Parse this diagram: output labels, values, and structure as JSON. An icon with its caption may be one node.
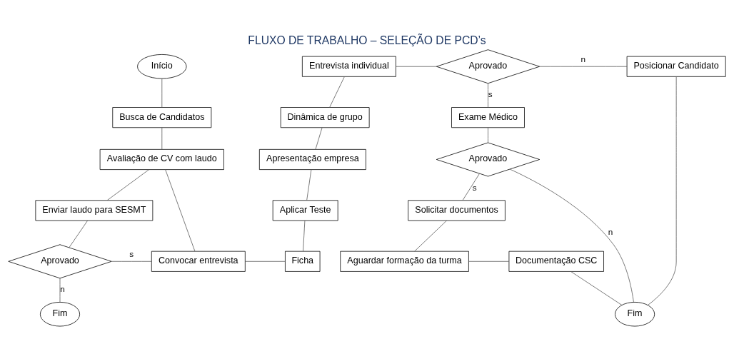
{
  "diagram": {
    "title": "FLUXO DE TRABALHO – SELEÇÃO DE PCD’s",
    "nodes": [
      {
        "text": [
          "Início"
        ]
      },
      {
        "text": [
          "Busca de Candidatos"
        ]
      },
      {
        "text": [
          "Avaliação de CV com laudo"
        ]
      },
      {
        "text": [
          "Enviar laudo para SESMT"
        ]
      },
      {
        "text": [
          "Aprovado"
        ]
      },
      {
        "text": [
          "Fim"
        ]
      },
      {
        "text": [
          "Convocar entrevista"
        ]
      },
      {
        "text": [
          "Entrevista individual"
        ]
      },
      {
        "text": [
          "Dinâmica de grupo"
        ]
      },
      {
        "text": [
          "Apresentação empresa"
        ]
      },
      {
        "text": [
          "Aplicar Teste"
        ]
      },
      {
        "text": [
          "Ficha"
        ]
      },
      {
        "text": [
          "Aprovado"
        ]
      },
      {
        "text": [
          "Posicionar Candidato"
        ]
      },
      {
        "text": [
          "Exame Médico"
        ]
      },
      {
        "text": [
          "Aprovado"
        ]
      },
      {
        "text": [
          "Solicitar documentos"
        ]
      },
      {
        "text": [
          "Aguardar formação da turma"
        ]
      },
      {
        "text": [
          "Documentação CSC"
        ]
      },
      {
        "text": [
          "Fim"
        ]
      }
    ],
    "edges": [
      {
        "from": 0,
        "to": 1,
        "arrow": "none"
      },
      {
        "from": 1,
        "to": 2,
        "arrow": "none"
      },
      {
        "from": 2,
        "to": 3,
        "arrow": "none"
      },
      {
        "from": 3,
        "to": 4,
        "arrow": "none"
      },
      {
        "from": 4,
        "to": 6,
        "arrow": "none",
        "label": "s"
      },
      {
        "from": 4,
        "to": 5,
        "arrow": "none",
        "label": "n"
      },
      {
        "from": 2,
        "to": 6,
        "arrow": "none"
      },
      {
        "from": 6,
        "to": 11,
        "arrow": "none"
      },
      {
        "from": 11,
        "to": 10,
        "arrow": "none"
      },
      {
        "from": 10,
        "to": 9,
        "arrow": "none"
      },
      {
        "from": 9,
        "to": 8,
        "arrow": "none"
      },
      {
        "from": 8,
        "to": 7,
        "arrow": "none"
      },
      {
        "from": 7,
        "to": 12,
        "arrow": "none"
      },
      {
        "from": 12,
        "to": 13,
        "arrow": "none",
        "label": "n"
      },
      {
        "from": 12,
        "to": 14,
        "arrow": "none",
        "label": "s"
      },
      {
        "from": 14,
        "to": 15,
        "arrow": "none"
      },
      {
        "from": 15,
        "to": 19,
        "arrow": "none",
        "label": "n"
      },
      {
        "from": 15,
        "to": 16,
        "arrow": "none",
        "label": "s"
      },
      {
        "from": 16,
        "to": 17,
        "arrow": "none"
      },
      {
        "from": 17,
        "to": 18,
        "arrow": "none"
      },
      {
        "from": 18,
        "to": 19,
        "arrow": "none"
      },
      {
        "from": 13,
        "to": 19,
        "arrow": "none"
      }
    ]
  }
}
